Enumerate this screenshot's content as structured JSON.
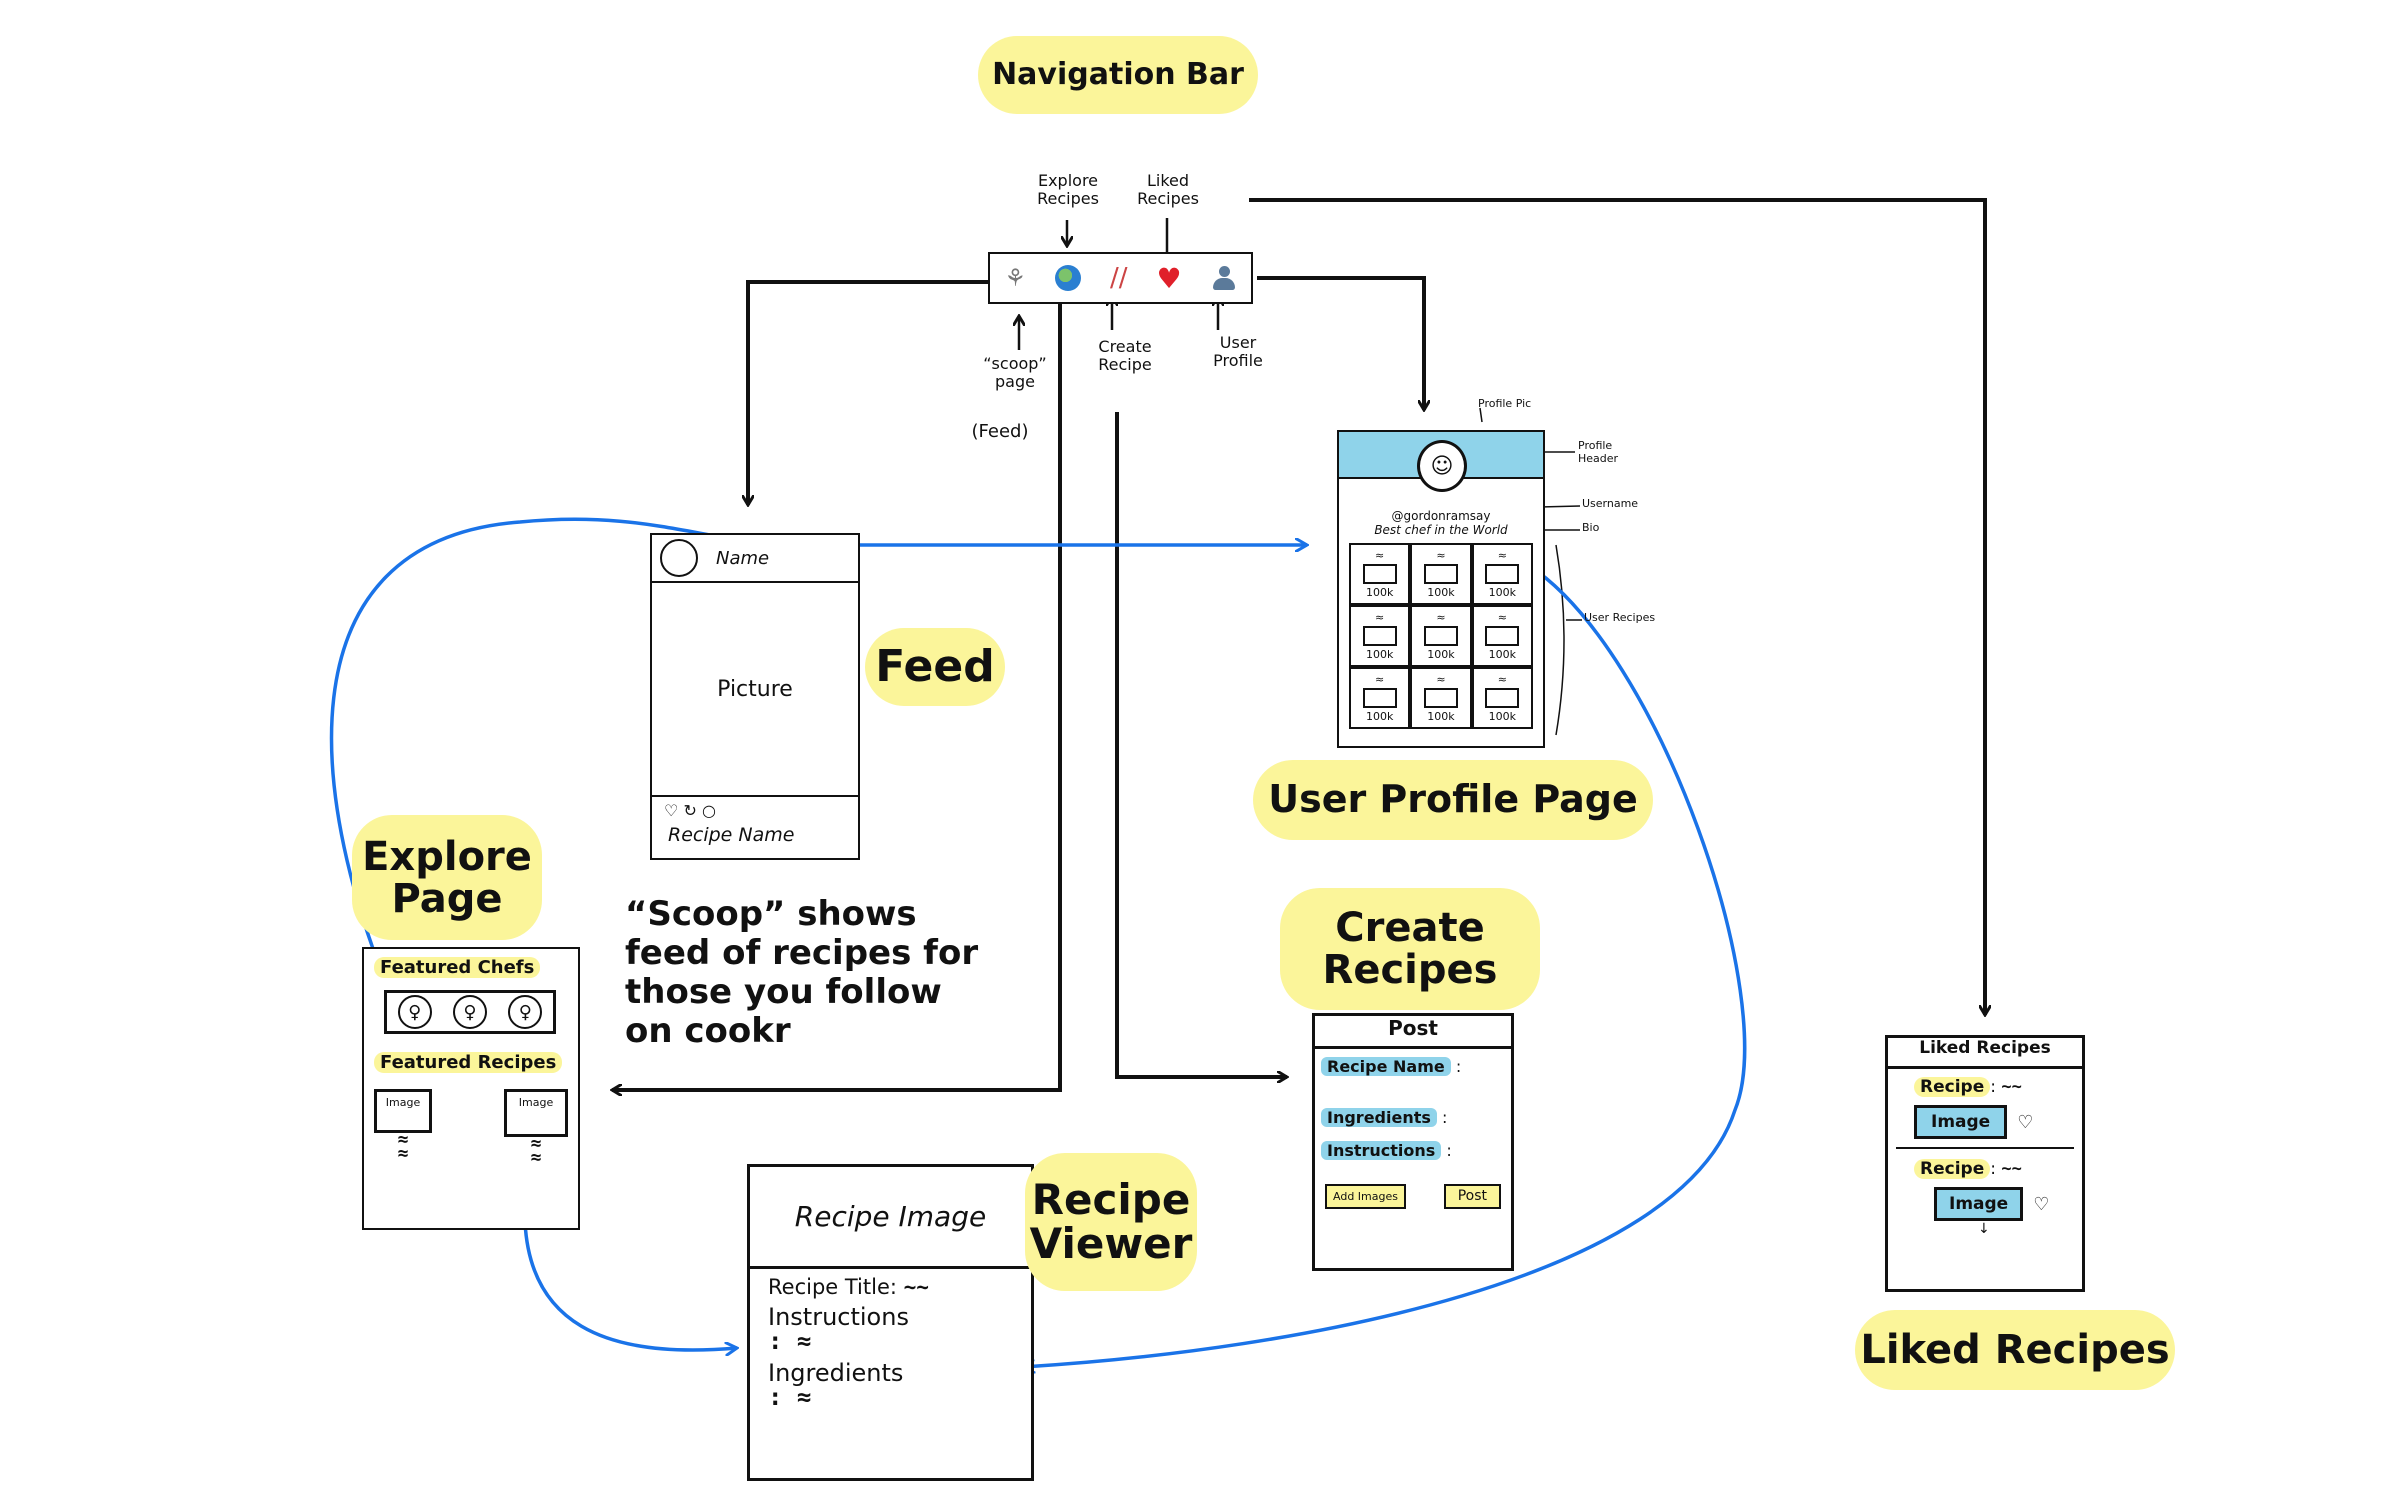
{
  "labels": {
    "navigation_bar": "Navigation Bar",
    "feed": "Feed",
    "user_profile_page": "User Profile Page",
    "explore_page": "Explore Page",
    "create_recipes": "Create Recipes",
    "liked_recipes": "Liked Recipes",
    "recipe_viewer": "Recipe Viewer"
  },
  "nav": {
    "icons": [
      "spoon-icon",
      "globe-icon",
      "chopsticks-icon",
      "heart-icon",
      "user-icon"
    ],
    "annotations": {
      "explore": "Explore Recipes",
      "liked": "Liked Recipes",
      "scoop": "“scoop” page",
      "feed": "(Feed)",
      "create": "Create Recipe",
      "user": "User Profile"
    }
  },
  "feed_mock": {
    "name": "Name",
    "picture": "Picture",
    "recipe_name": "Recipe Name"
  },
  "scoop_note": "“Scoop” shows feed of recipes for those you follow on cookr",
  "profile_mock": {
    "username": "@gordonramsay",
    "bio": "Best chef in the World",
    "likes": "100k",
    "annotations": {
      "profile_pic": "Profile Pic",
      "profile_header": "Profile Header",
      "username": "Username",
      "bio": "Bio",
      "user_recipes": "User Recipes"
    }
  },
  "explore_mock": {
    "featured_chefs": "Featured Chefs",
    "featured_recipes": "Featured Recipes",
    "image": "Image"
  },
  "create_mock": {
    "header": "Post",
    "recipe_name": "Recipe Name",
    "ingredients": "Ingredients",
    "instructions": "Instructions",
    "add_images": "Add Images",
    "post": "Post"
  },
  "liked_mock": {
    "header": "Liked Recipes",
    "recipe": "Recipe",
    "image": "Image"
  },
  "viewer_mock": {
    "recipe_image": "Recipe Image",
    "recipe_title": "Recipe Title:",
    "instructions": "Instructions",
    "ingredients": "Ingredients"
  },
  "colors": {
    "highlight": "#fbf59a",
    "blue_arrow": "#1a73e8",
    "profile_header": "#8fd3ea"
  }
}
